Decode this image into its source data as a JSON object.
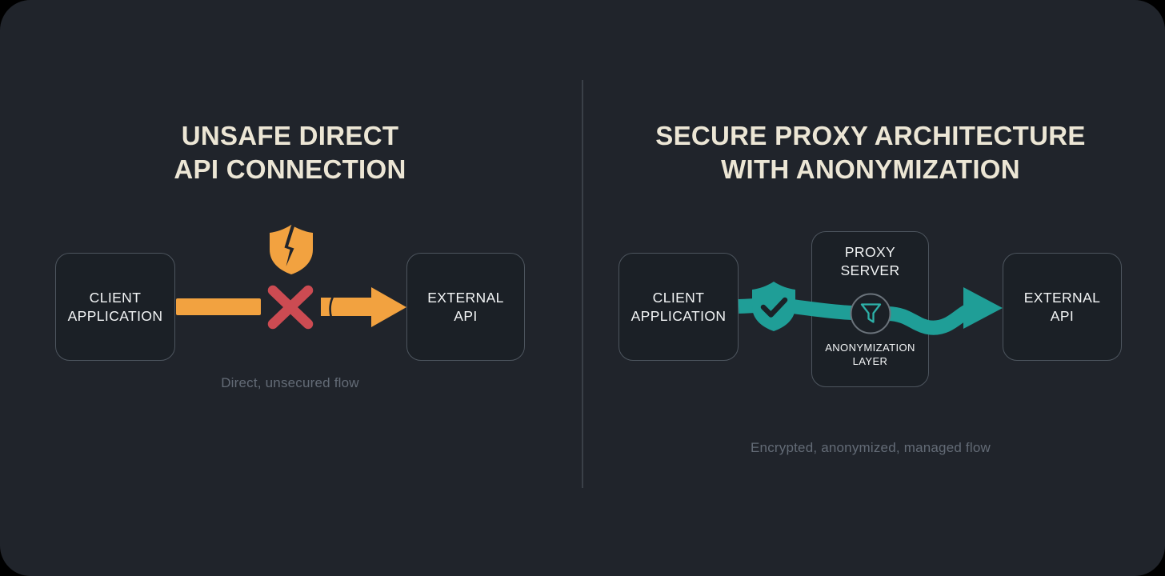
{
  "left_panel": {
    "title": "UNSAFE DIRECT\nAPI CONNECTION",
    "client_label": "CLIENT\nAPPLICATION",
    "external_label": "EXTERNAL\nAPI",
    "caption": "Direct, unsecured flow",
    "icons": {
      "shield": "broken-shield-warning",
      "cross": "blocked-x-mark",
      "arrow": "cracked-direct-arrow"
    }
  },
  "right_panel": {
    "title": "SECURE PROXY ARCHITECTURE\nWITH ANONYMIZATION",
    "client_label": "CLIENT\nAPPLICATION",
    "proxy_title": "PROXY\nSERVER",
    "proxy_sub": "ANONYMIZATION\nLAYER",
    "external_label": "EXTERNAL\nAPI",
    "caption": "Encrypted, anonymized, managed flow",
    "icons": {
      "shield": "shield-check-secure",
      "funnel": "anonymization-filter-funnel",
      "arrow": "secure-flow-wave-arrow"
    }
  },
  "colors": {
    "outside_bg": "#000000",
    "card_bg": "#20242b",
    "box_bg": "#1b2026",
    "box_border": "#4d555e",
    "title_cream": "#ece6d5",
    "box_text": "#f3f5f6",
    "caption_gray": "#636b76",
    "orange": "#f2a240",
    "red": "#cc4b52",
    "teal": "#1f9e97",
    "funnel_teal": "#2db1a8",
    "divider": "#3a4048"
  }
}
